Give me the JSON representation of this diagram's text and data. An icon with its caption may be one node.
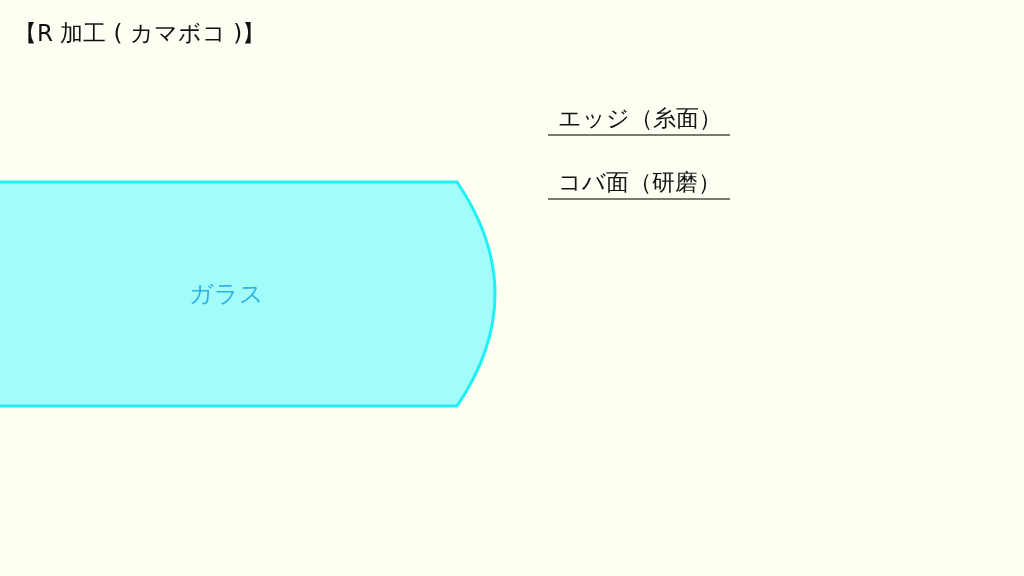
{
  "diagram": {
    "title": "【R 加工 ( カマボコ )】",
    "nodes": [
      {
        "text": [
          "ガラス"
        ]
      }
    ],
    "labels": [
      "エッジ（糸面）",
      "コバ面（研磨）"
    ]
  }
}
